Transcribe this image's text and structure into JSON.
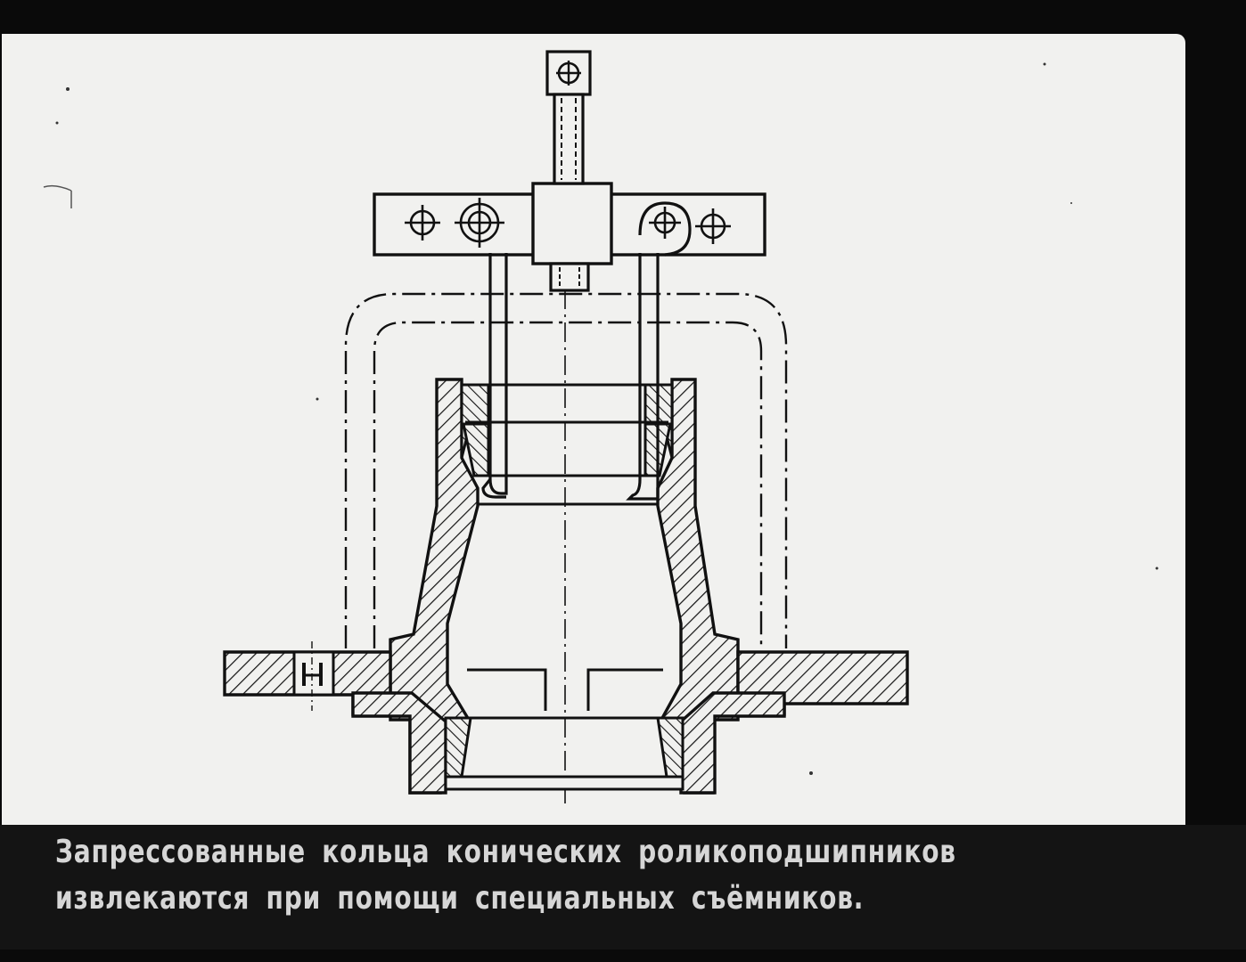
{
  "caption": {
    "line1": "Запрессованные кольца конических роликоподшипников",
    "line2": "извлекаются при помощи специальных съёмников."
  },
  "colors": {
    "frame": "#0a0a0a",
    "slide_background": "#f1f1ef",
    "ink": "#111111",
    "caption_background": "#141414",
    "caption_text": "#d6d6d6"
  },
  "icons": [
    "bearing-puller-drawing",
    "hub-cross-section",
    "hatching-pattern"
  ]
}
